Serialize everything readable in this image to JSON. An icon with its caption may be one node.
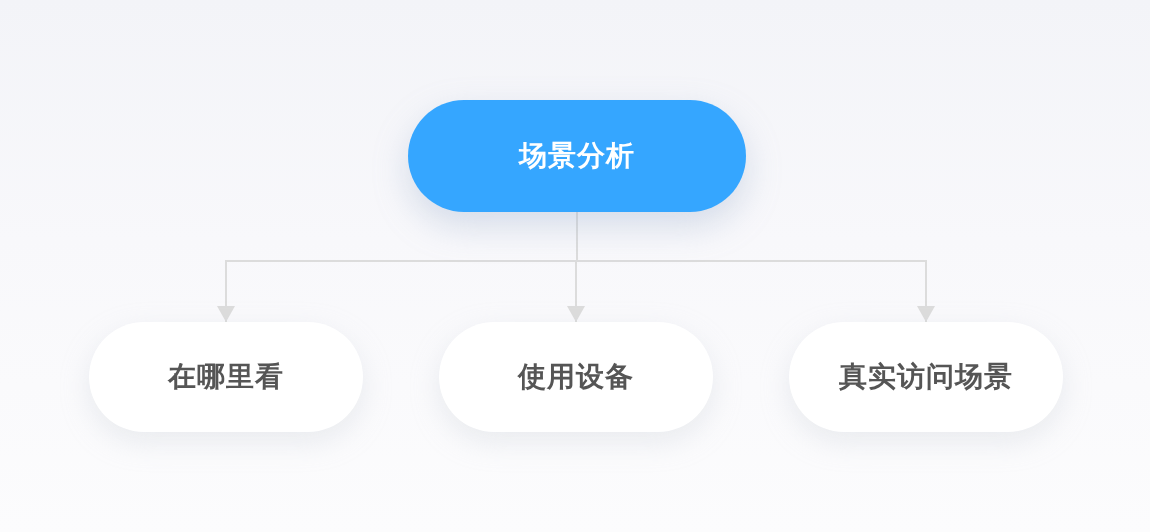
{
  "diagram": {
    "nodes": [
      {
        "text": [
          "场景分析"
        ]
      },
      {
        "text": [
          "在哪里看"
        ]
      },
      {
        "text": [
          "使用设备"
        ]
      },
      {
        "text": [
          "真实访问场景"
        ]
      }
    ],
    "edges": [
      {
        "from": 0,
        "to": 1,
        "arrow": "to"
      },
      {
        "from": 0,
        "to": 2,
        "arrow": "to"
      },
      {
        "from": 0,
        "to": 3,
        "arrow": "to"
      }
    ]
  }
}
